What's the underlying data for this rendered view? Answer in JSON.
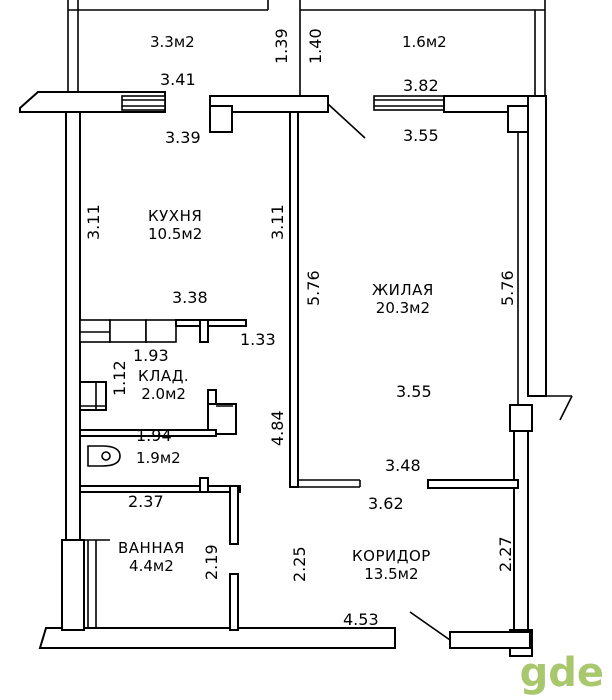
{
  "rooms": {
    "balcony_left": {
      "area": "3.3м2"
    },
    "balcony_right": {
      "area": "1.6м2"
    },
    "kitchen": {
      "name": "КУХНЯ",
      "area": "10.5м2"
    },
    "living": {
      "name": "ЖИЛАЯ",
      "area": "20.3м2"
    },
    "storage": {
      "name": "КЛАД.",
      "area": "2.0м2"
    },
    "toilet": {
      "area": "1.9м2"
    },
    "bath": {
      "name": "ВАННАЯ",
      "area": "4.4м2"
    },
    "corridor": {
      "name": "КОРИДОР",
      "area": "13.5м2"
    }
  },
  "dimensions": {
    "d_3_41": "3.41",
    "d_3_39": "3.39",
    "d_1_39": "1.39",
    "d_1_40": "1.40",
    "d_3_82": "3.82",
    "d_3_55_top": "3.55",
    "d_3_11_left": "3.11",
    "d_3_11_mid": "3.11",
    "d_5_76_left": "5.76",
    "d_5_76_right": "5.76",
    "d_3_38": "3.38",
    "d_1_33": "1.33",
    "d_1_93": "1.93",
    "d_1_12": "1.12",
    "d_3_55_mid": "3.55",
    "d_4_84": "4.84",
    "d_1_94": "1.94",
    "d_3_48": "3.48",
    "d_3_62": "3.62",
    "d_2_37": "2.37",
    "d_2_19": "2.19",
    "d_2_25": "2.25",
    "d_2_27": "2.27",
    "d_4_53": "4.53"
  },
  "watermark": {
    "text": "gde"
  }
}
